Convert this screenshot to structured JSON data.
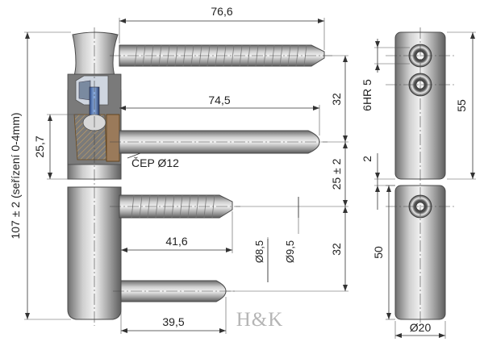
{
  "drawing": {
    "dims": {
      "d_76_6": "76,6",
      "d_74_5": "74,5",
      "d_41_6": "41,6",
      "d_39_5": "39,5",
      "d_25_7": "25,7",
      "d_107": "107 ± 2 (seřízení 0-4mm)",
      "d_32_top": "32",
      "d_32_bottom": "32",
      "d_25_2": "25 ± 2",
      "d_6hr5": "6HR 5",
      "d_2": "2",
      "d_55": "55",
      "d_50": "50",
      "d_8_5": "Ø8,5",
      "d_9_5": "Ø9,5",
      "d_20": "Ø20",
      "cep": "ČEP Ø12"
    },
    "brand": "H&K"
  }
}
